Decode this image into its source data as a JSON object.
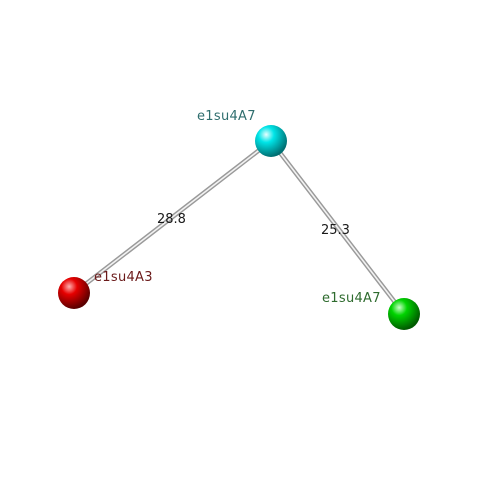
{
  "atoms": [
    {
      "id": "a1",
      "label": "e1su4A7",
      "color": "#00e5e8",
      "label_color": "#2f6e6e"
    },
    {
      "id": "a2",
      "label": "e1su4A3",
      "color": "#e60000",
      "label_color": "#6b1a1a"
    },
    {
      "id": "a3",
      "label": "e1su4A7",
      "color": "#00d400",
      "label_color": "#2e6b2e"
    }
  ],
  "bonds": [
    {
      "from": "a1",
      "to": "a2",
      "distance": "28.8"
    },
    {
      "from": "a1",
      "to": "a3",
      "distance": "25.3"
    }
  ]
}
